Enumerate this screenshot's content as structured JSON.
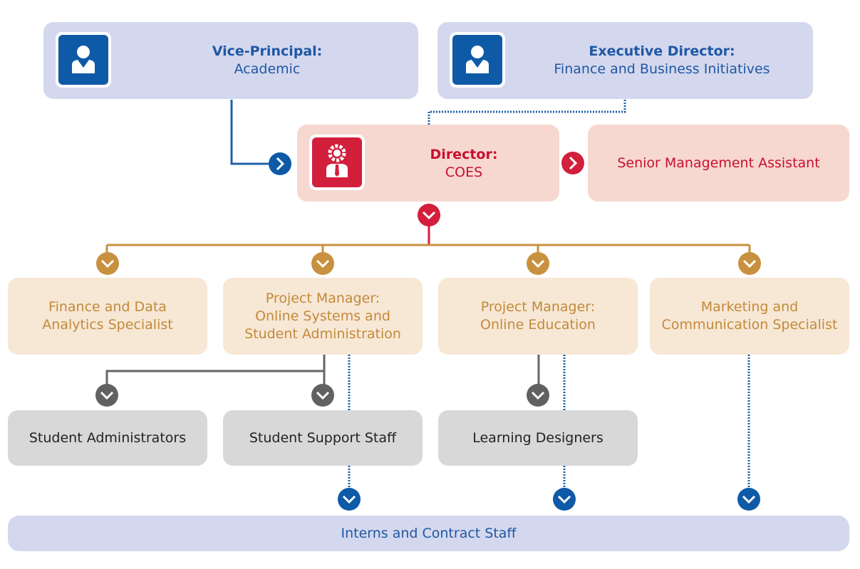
{
  "top": {
    "vp": {
      "title": "Vice-Principal:",
      "subtitle": "Academic"
    },
    "exec": {
      "title": "Executive Director:",
      "subtitle": "Finance and Business Initiatives"
    }
  },
  "director": {
    "title": "Director:",
    "subtitle": "COES"
  },
  "assistant": {
    "label": "Senior Management Assistant"
  },
  "managers": {
    "finance": {
      "line1": "Finance and Data",
      "line2": "Analytics Specialist"
    },
    "pm_systems": {
      "line1": "Project Manager:",
      "line2": "Online Systems and",
      "line3": "Student Administration"
    },
    "pm_education": {
      "line1": "Project Manager:",
      "line2": "Online Education"
    },
    "marketing": {
      "line1": "Marketing and",
      "line2": "Communication Specialist"
    }
  },
  "staff": {
    "admins": "Student Administrators",
    "support": "Student Support Staff",
    "designers": "Learning Designers"
  },
  "interns": {
    "label": "Interns and Contract Staff"
  },
  "colors": {
    "blue": "#0e5aa7",
    "red": "#d21f3c",
    "tan": "#c8913f",
    "grey": "#616161"
  },
  "icons": [
    "person-icon",
    "manager-gear-icon",
    "chevron-right-icon",
    "chevron-down-icon"
  ]
}
